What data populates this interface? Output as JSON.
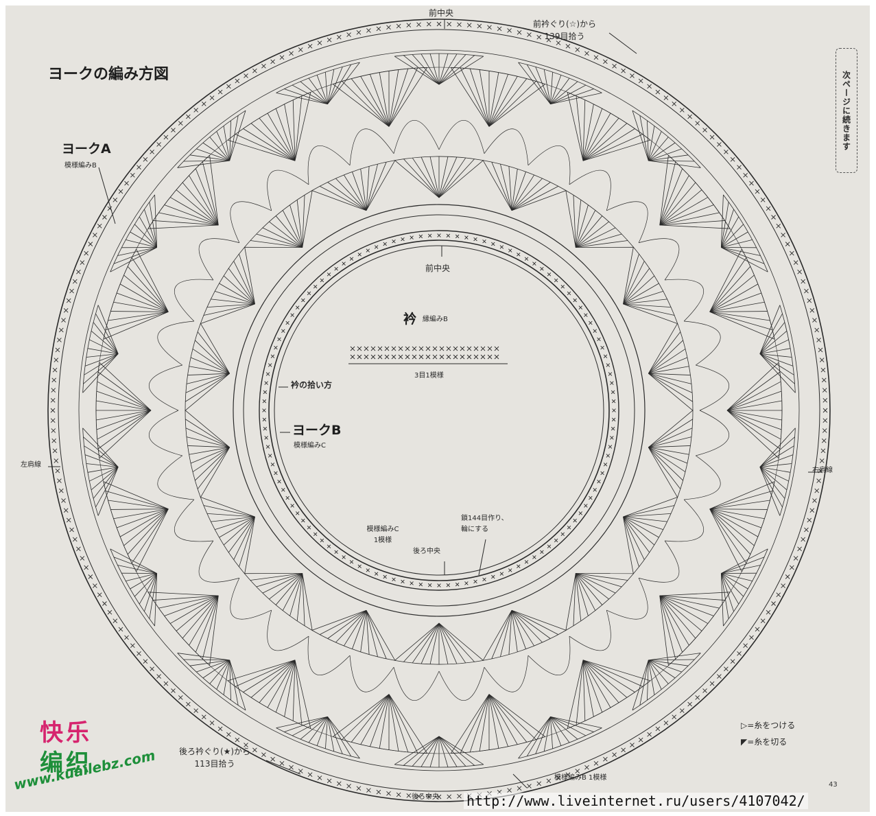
{
  "diagram": {
    "title": "ヨークの編み方図",
    "yoke_a": {
      "name": "ヨークA",
      "pattern": "模様編みB"
    },
    "yoke_b": {
      "name": "ヨークB",
      "pattern": "模様編みC"
    },
    "front_center_top": "前中央",
    "front_neck_pickup_line1": "前衿ぐり(☆)から",
    "front_neck_pickup_line2": "139目拾う",
    "inner_front_center": "前中央",
    "collar_title": "衿",
    "collar_pattern": "縁編みB",
    "collar_repeat": "3目1模様",
    "collar_pickup": "衿の拾い方",
    "left_shoulder": "左肩線",
    "right_shoulder": "右肩線",
    "pattern_c_line1": "模様編みC",
    "pattern_c_line2": "1模様",
    "chain_start_line1": "鎖144目作り、",
    "chain_start_line2": "輪にする",
    "inner_back_center": "後ろ中央",
    "back_neck_pickup_line1": "後ろ衿ぐり(★)から",
    "back_neck_pickup_line2": "113目拾う",
    "pattern_b_repeat": "模様編みB 1模様",
    "bottom_back_center": "後ろ中央",
    "continue_note": "次ページに続きます",
    "page_number": "43"
  },
  "legend": {
    "attach_yarn": "=糸をつける",
    "cut_yarn": "=糸を切る"
  },
  "watermark": {
    "logo_row1": "快乐",
    "logo_row2": "编织",
    "logo_site": "www.kuailebz.com",
    "url": "http://www.liveinternet.ru/users/4107042/"
  },
  "colors": {
    "paper": "#e6e4df",
    "ink": "#2a2a2a",
    "logo_pink": "#d6246e",
    "logo_green": "#1e8f3a"
  }
}
